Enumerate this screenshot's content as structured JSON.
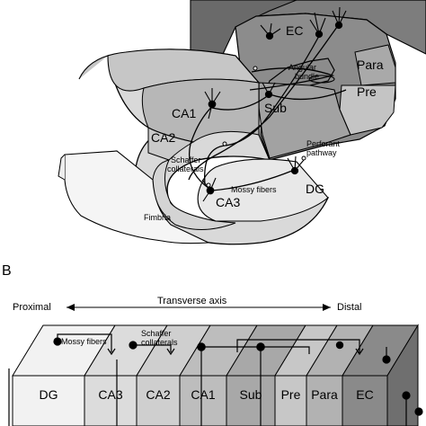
{
  "panel_b": {
    "panel_letter": "B",
    "axis": {
      "proximal_label": "Proximal",
      "title": "Transverse axis",
      "distal_label": "Distal"
    },
    "blocks": [
      {
        "label": "DG",
        "color": "#f2f2f2"
      },
      {
        "label": "CA3",
        "color": "#dcdcdc"
      },
      {
        "label": "CA2",
        "color": "#cfcfcf"
      },
      {
        "label": "CA1",
        "color": "#bdbdbd"
      },
      {
        "label": "Sub",
        "color": "#a8a8a8"
      },
      {
        "label": "Pre",
        "color": "#c7c7c7"
      },
      {
        "label": "Para",
        "color": "#b2b2b2"
      },
      {
        "label": "EC",
        "color": "#8a8a8a"
      }
    ],
    "fiber_labels": {
      "mossy_fibers": "Mossy fibers",
      "schaffer_line1": "Schaffer",
      "schaffer_line2": "collaterals"
    }
  },
  "panel_a": {
    "regions": {
      "ec": "EC",
      "para": "Para",
      "pre": "Pre",
      "sub": "Sub",
      "ca1": "CA1",
      "ca2": "CA2",
      "ca3": "CA3",
      "dg": "DG",
      "fimbria": "Fimbria"
    },
    "pathways": {
      "angular_line1": "Angular",
      "angular_line2": "bundle",
      "perforant_line1": "Perforant",
      "perforant_line2": "pathway",
      "schaffer_line1": "Schaffer",
      "schaffer_line2": "collaterals",
      "mossy": "Mossy fibers"
    }
  }
}
